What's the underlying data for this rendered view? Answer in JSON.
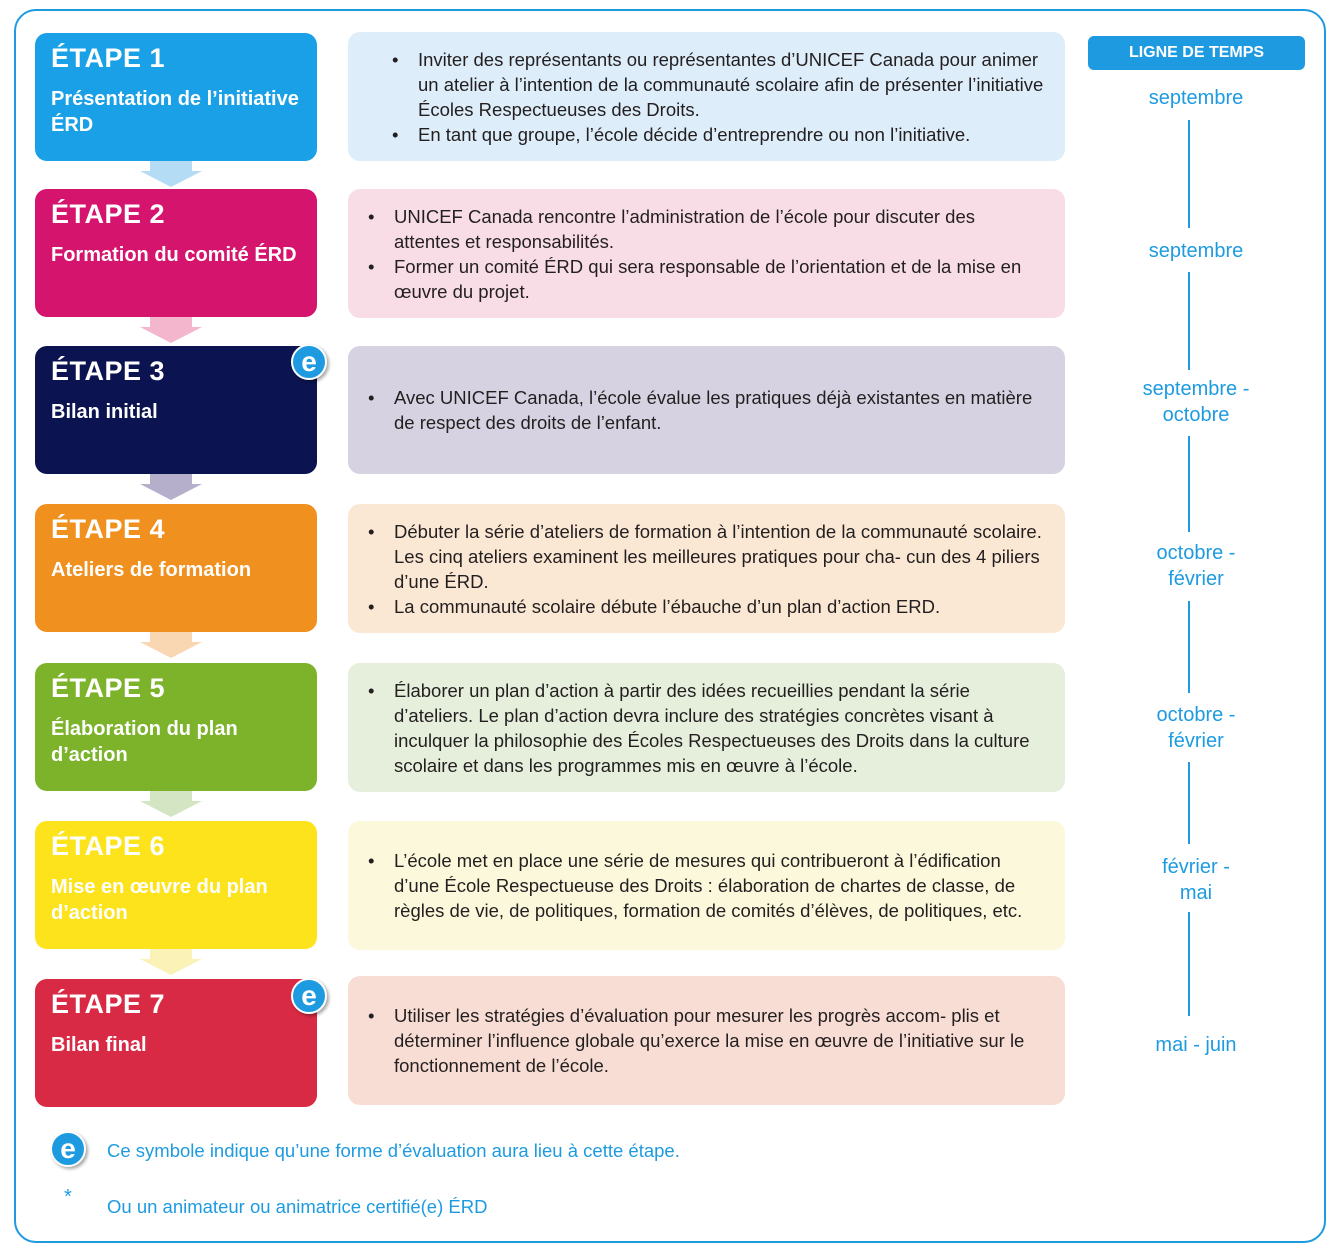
{
  "steps": [
    {
      "num": "ÉTAPE 1",
      "title": "Présentation de l’initiative ÉRD",
      "color": "#1aa0e6",
      "desc_bg": "#ddedf9",
      "arrow": "#b5dcf5"
    },
    {
      "num": "ÉTAPE 2",
      "title": "Formation du comité ÉRD",
      "color": "#d4146d",
      "desc_bg": "#f8dde6",
      "arrow": "#f3b6cc"
    },
    {
      "num": "ÉTAPE 3",
      "title": "Bilan initial",
      "color": "#0b1450",
      "desc_bg": "#d6d2e1",
      "arrow": "#b6afcc"
    },
    {
      "num": "ÉTAPE 4",
      "title": "Ateliers de formation",
      "color": "#f0901e",
      "desc_bg": "#fbe8d4",
      "arrow": "#f9d7b3"
    },
    {
      "num": "ÉTAPE 5",
      "title": "Élaboration du plan d’action",
      "color": "#7cb32a",
      "desc_bg": "#e5efdc",
      "arrow": "#d3e5c2"
    },
    {
      "num": "ÉTAPE 6",
      "title": "Mise en œuvre du plan d’action",
      "color": "#fde31c",
      "desc_bg": "#fcf8dc",
      "arrow": "#fbf2b8"
    },
    {
      "num": "ÉTAPE 7",
      "title": "Bilan final",
      "color": "#d92a45",
      "desc_bg": "#f8ddd4"
    }
  ],
  "descriptions": [
    [
      "Inviter des représentants ou représentantes d’UNICEF Canada pour animer un atelier à l’intention de la communauté scolaire afin de présenter l’initiative Écoles Respectueuses des Droits.",
      "En tant que groupe, l’école décide d’entreprendre ou non l’initiative."
    ],
    [
      "UNICEF Canada rencontre l’administration de l’école pour discuter des attentes et responsabilités.",
      "Former un comité ÉRD qui sera responsable de l’orientation et de la mise en œuvre du projet."
    ],
    [
      "Avec UNICEF Canada, l’école évalue les pratiques déjà existantes en matière de respect des droits de l’enfant."
    ],
    [
      "Débuter  la série d’ateliers de formation à l’intention de la communauté scolaire. Les cinq ateliers examinent les meilleures pratiques pour cha- cun des 4 piliers d’une ÉRD.",
      "La communauté scolaire débute l’ébauche d’un plan d’action ERD."
    ],
    [
      "Élaborer un plan d’action à partir des idées recueillies pendant la série d’ateliers. Le plan d’action devra inclure des stratégies concrètes visant à inculquer la philosophie des Écoles Respectueuses des Droits dans la culture scolaire et dans les programmes mis en œuvre à l’école."
    ],
    [
      "L’école met en place une série de mesures qui contribueront à l’édification d’une École Respectueuse des Droits : élaboration de chartes de classe, de règles de vie, de politiques, formation de comités d’élèves, de politiques, etc."
    ],
    [
      "Utiliser les stratégies d’évaluation pour mesurer les progrès accom- plis et déterminer l’influence globale qu’exerce la mise en œuvre de l’initiative sur le fonctionnement de l’école."
    ]
  ],
  "timeline": {
    "header": "LIGNE DE TEMPS",
    "labels": [
      [
        "septembre"
      ],
      [
        "septembre"
      ],
      [
        "septembre -",
        "octobre"
      ],
      [
        "octobre -",
        "février"
      ],
      [
        "octobre -",
        "février"
      ],
      [
        "février -",
        "mai"
      ],
      [
        "mai - juin"
      ]
    ]
  },
  "badge_letter": "e",
  "legend": {
    "e_text": "Ce symbole indique qu’une forme d’évaluation aura lieu à cette étape.",
    "star": "*",
    "star_text": "Ou un animateur ou animatrice certifié(e) ÉRD"
  },
  "accent_color": "#1e9be0"
}
